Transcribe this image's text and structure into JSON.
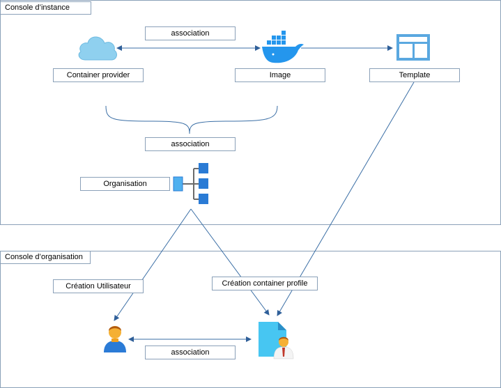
{
  "instance_console": {
    "title": "Console d’instance"
  },
  "organisation_console": {
    "title": "Console d’organisation"
  },
  "labels": {
    "assoc_top": "association",
    "container_provider": "Container provider",
    "image": "Image",
    "template": "Template",
    "assoc_mid": "association",
    "organisation": "Organisation",
    "creation_utilisateur": "Création Utilisateur",
    "creation_container_profile": "Création container profile",
    "assoc_bottom": "association"
  },
  "colors": {
    "panel_border": "#8aa0b8",
    "line": "#3a6ea5",
    "cloud": "#8fd0ef",
    "docker": "#2496ed",
    "template_icon": "#5aa8e0",
    "org_nodes": "#2a7bd5",
    "user_orange": "#f0a020",
    "user_blue": "#2b7bd6",
    "file_icon": "#47c6f2"
  },
  "icons": [
    "cloud-icon",
    "docker-whale-icon",
    "template-icon",
    "org-chart-icon",
    "user-icon",
    "user-file-icon"
  ]
}
